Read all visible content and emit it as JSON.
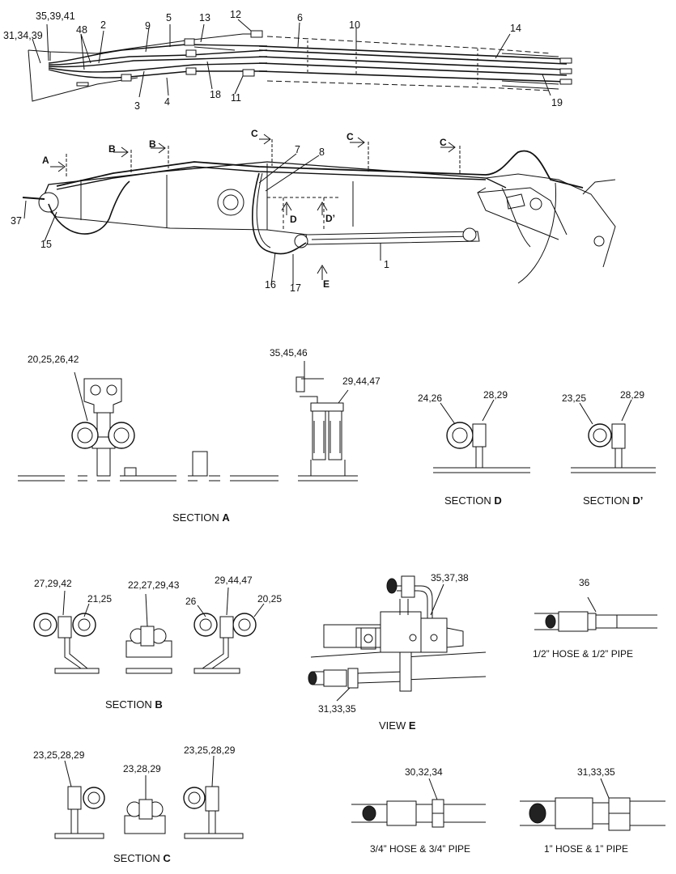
{
  "callouts": {
    "c_35_39_41": "35,39,41",
    "c_31_34_39": "31,34,39",
    "c_48": "48",
    "c_2": "2",
    "c_9": "9",
    "c_5": "5",
    "c_13": "13",
    "c_12": "12",
    "c_6": "6",
    "c_10": "10",
    "c_14": "14",
    "c_3": "3",
    "c_4": "4",
    "c_18": "18",
    "c_11": "11",
    "c_19": "19",
    "c_7": "7",
    "c_8": "8",
    "c_37": "37",
    "c_15": "15",
    "c_16": "16",
    "c_17": "17",
    "c_1": "1",
    "sa_1": "20,25,26,42",
    "sa_2": "35,45,46",
    "sa_3": "29,44,47",
    "sd_1": "24,26",
    "sd_2": "28,29",
    "sdp_1": "23,25",
    "sdp_2": "28,29",
    "sb_1": "27,29,42",
    "sb_2": "21,25",
    "sb_3": "22,27,29,43",
    "sb_4": "29,44,47",
    "sb_5": "26",
    "sb_6": "20,25",
    "ve_1": "35,37,38",
    "ve_2": "31,33,35",
    "h1_1": "36",
    "sc_1": "23,25,28,29",
    "sc_2": "23,28,29",
    "sc_3": "23,25,28,29",
    "h2_1": "30,32,34",
    "h3_1": "31,33,35"
  },
  "section_markers": {
    "A": "A",
    "B1": "B",
    "B2": "B",
    "C1": "C",
    "C2": "C",
    "C3": "C",
    "D": "D",
    "Dp": "D’",
    "E": "E"
  },
  "captions": {
    "section_a": {
      "prefix": "SECTION ",
      "letter": "A"
    },
    "section_d": {
      "prefix": "SECTION ",
      "letter": "D"
    },
    "section_dp": {
      "prefix": "SECTION ",
      "letter": "D’"
    },
    "section_b": {
      "prefix": "SECTION ",
      "letter": "B"
    },
    "view_e": {
      "prefix": "VIEW ",
      "letter": "E"
    },
    "section_c": {
      "prefix": "SECTION ",
      "letter": "C"
    },
    "hose_half": "1/2” HOSE & 1/2” PIPE",
    "hose_three_quarter": "3/4” HOSE & 3/4” PIPE",
    "hose_one": "1” HOSE & 1” PIPE"
  }
}
